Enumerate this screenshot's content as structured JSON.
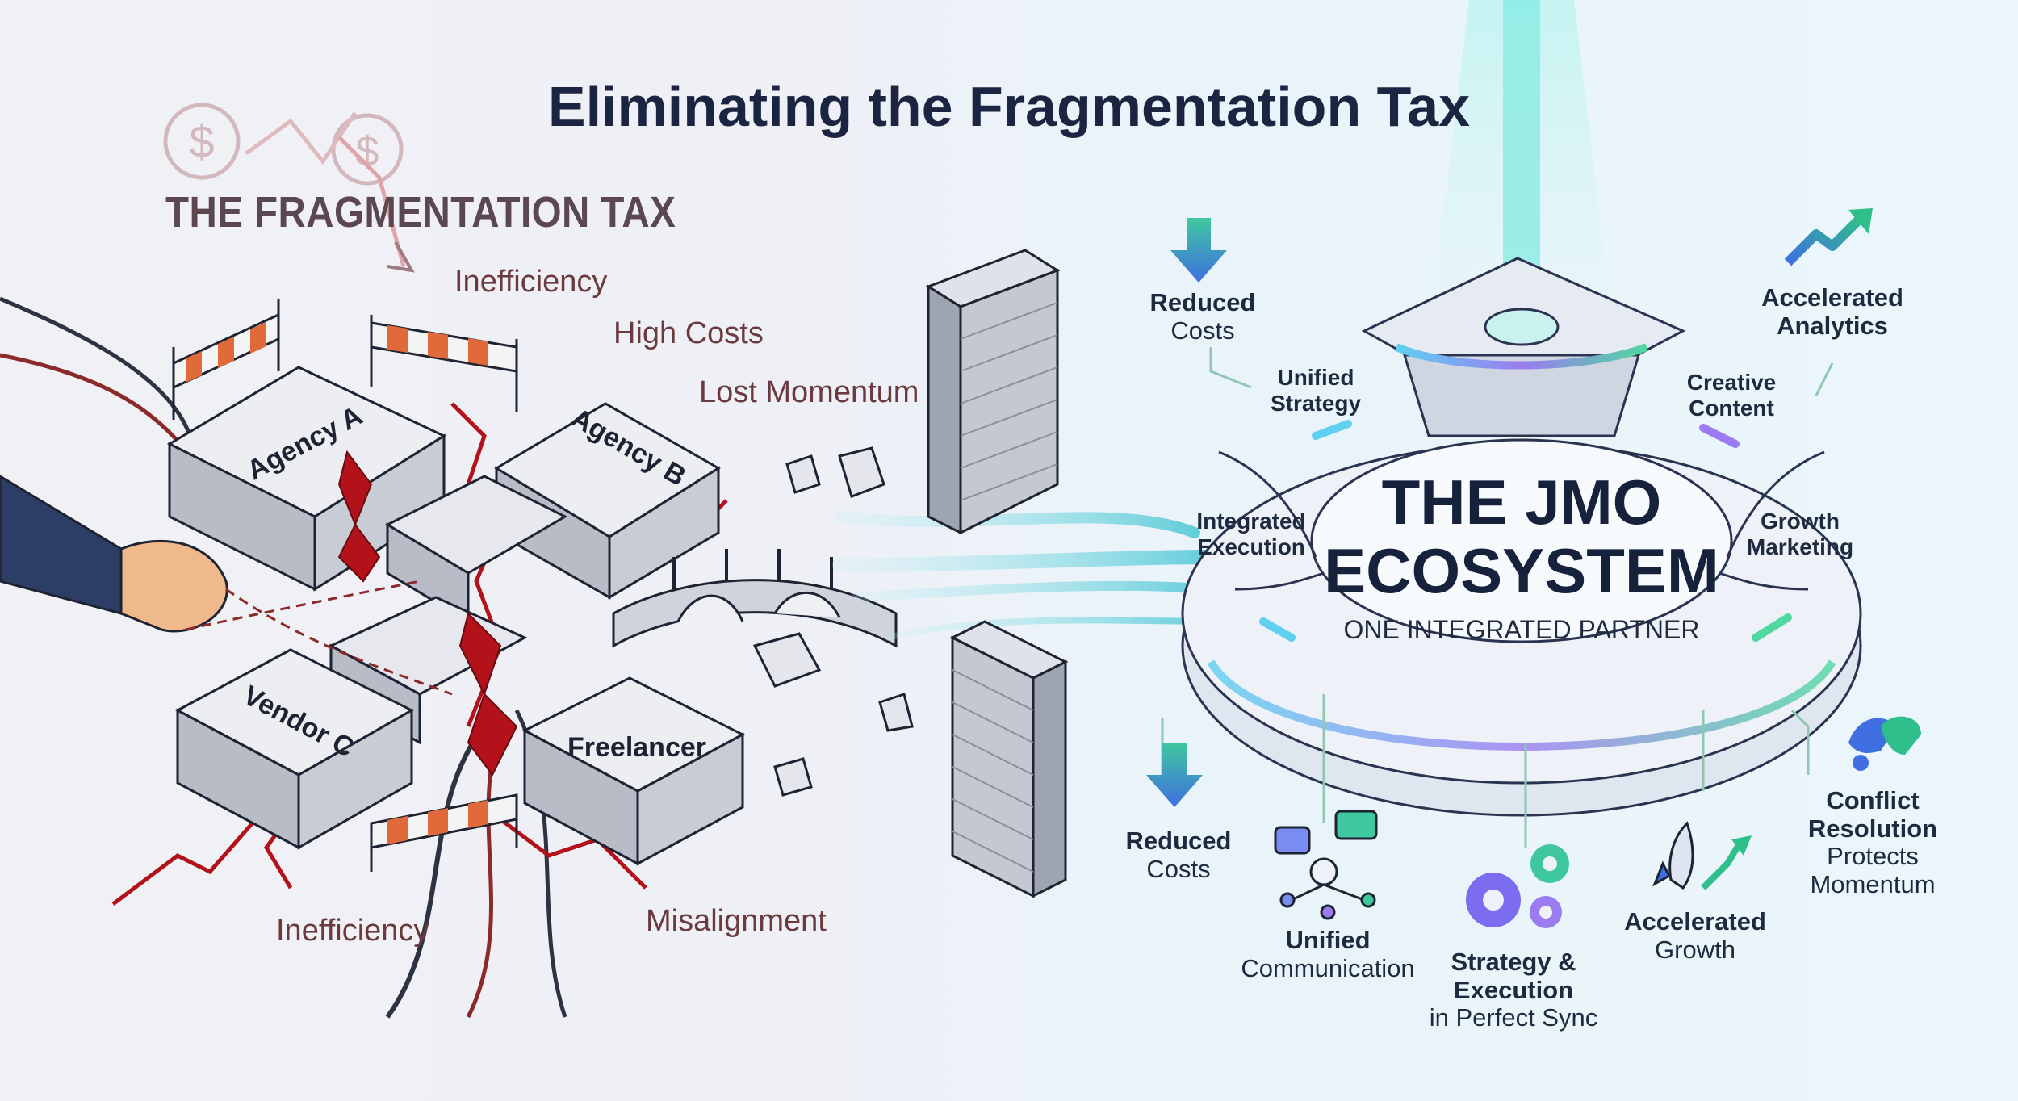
{
  "title": "Eliminating the Fragmentation Tax",
  "left": {
    "heading": "THE FRAGMENTATION TAX",
    "labels": {
      "inefficiency_top": "Inefficiency",
      "high_costs": "High Costs",
      "lost_momentum": "Lost Momentum",
      "inefficiency_bottom": "Inefficiency",
      "misalignment": "Misalignment"
    },
    "blocks": [
      "Agency A",
      "Agency B",
      "Vendor C",
      "Freelancer"
    ]
  },
  "right": {
    "center_title_1": "THE JMO",
    "center_title_2": "ECOSYSTEM",
    "center_subtitle": "ONE INTEGRATED PARTNER",
    "segments": {
      "unified_strategy": [
        "Unified",
        "Strategy"
      ],
      "creative_content": [
        "Creative",
        "Content"
      ],
      "integrated_execution": [
        "Integrated",
        "Execution"
      ],
      "growth_marketing": [
        "Growth",
        "Marketing"
      ]
    },
    "top_benefits": {
      "reduced_costs": [
        "Reduced",
        "Costs"
      ],
      "accelerated_analytics": [
        "Accelerated",
        "Analytics"
      ]
    },
    "bottom_benefits": {
      "reduced_costs": [
        "Reduced",
        "Costs"
      ],
      "unified_communication": [
        "Unified",
        "Communication"
      ],
      "strategy_execution": [
        "Strategy &",
        "Execution",
        "in Perfect Sync"
      ],
      "accelerated_growth": [
        "Accelerated",
        "Growth"
      ],
      "conflict_resolution": [
        "Conflict",
        "Resolution",
        "Protects",
        "Momentum"
      ]
    }
  },
  "colors": {
    "navy": "#1b2440",
    "crack_red": "#b3121a",
    "maroon_text": "#6b3a3f",
    "teal_glow": "#4fd8d0",
    "purple_glow": "#9b7cf0",
    "arrow_blue": "#3f6fe0",
    "arrow_green": "#2fbf8a"
  },
  "icons": [
    "dollar-coin-icon",
    "down-arrow-icon",
    "trend-up-arrow-icon",
    "chat-network-icon",
    "gears-icon",
    "rocket-icon",
    "handshake-icon",
    "business-hand-icon",
    "barrier-icon",
    "wall-icon",
    "bridge-icon"
  ]
}
